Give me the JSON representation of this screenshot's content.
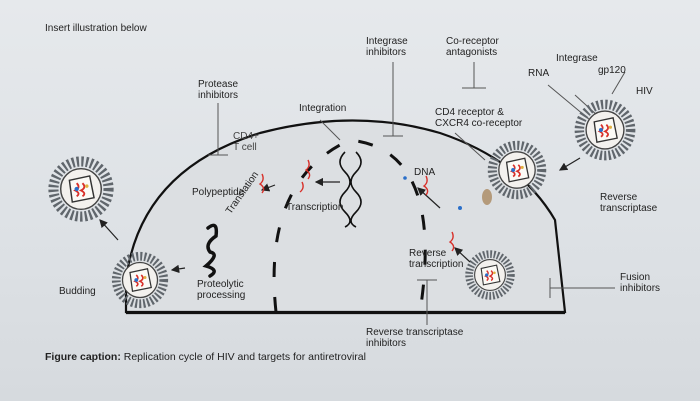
{
  "header": {
    "instruction": "Insert illustration below"
  },
  "labels": {
    "integrase_inhibitors": "Integrase\ninhibitors",
    "coreceptor_antagonists": "Co-receptor\nantagonists",
    "integrase": "Integrase",
    "rna": "RNA",
    "gp120": "gp120",
    "hiv": "HIV",
    "protease_inhibitors": "Protease\ninhibitors",
    "integration": "Integration",
    "cd4_coreceptor": "CD4 receptor &\nCXCR4 co-receptor",
    "cd4_tcell": "CD4+\nT cell",
    "dna": "DNA",
    "polypeptide": "Polypeptide",
    "translation": "Translation",
    "transcription": "Transcription",
    "reverse_transcription": "Reverse\ntranscription",
    "reverse_transcriptase": "Reverse\ntranscriptase",
    "fusion_inhibitors": "Fusion\ninhibitors",
    "budding": "Budding",
    "proteolytic_processing": "Proteolytic\nprocessing",
    "rt_inhibitors": "Reverse transcriptase\ninhibitors"
  },
  "caption": {
    "prefix": "Figure caption:",
    "text": " Replication cycle of HIV and targets for antiretroviral"
  },
  "colors": {
    "virus_spike": "#555a60",
    "rna_red": "#d8302a",
    "membrane": "#111111",
    "dna_blue": "#2a6fc9",
    "protein_tan": "#b49a7a"
  }
}
